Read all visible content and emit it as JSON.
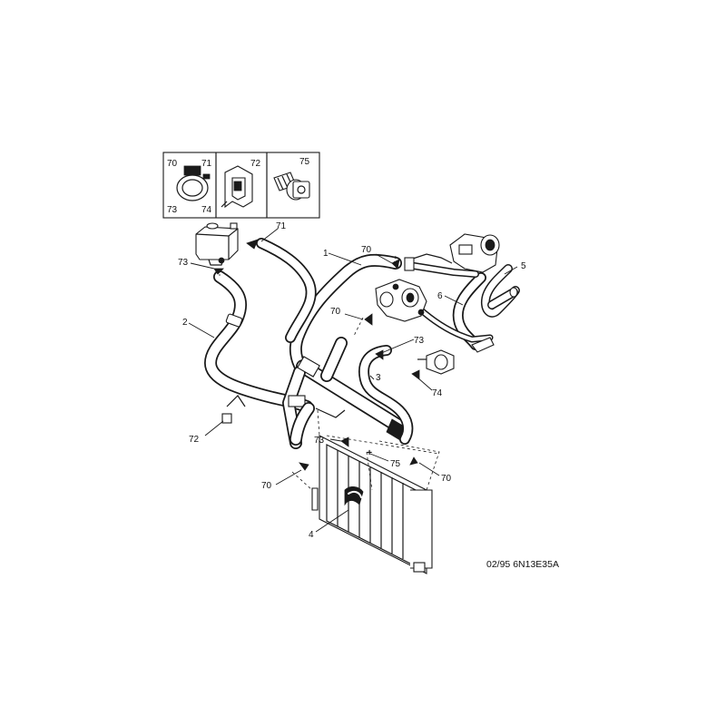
{
  "inset": {
    "clamp_panel": {
      "labels": [
        "70",
        "71",
        "73",
        "74"
      ]
    },
    "clip_panel": {
      "labels": [
        "72"
      ]
    },
    "bolt_panel": {
      "labels": [
        "75"
      ]
    }
  },
  "callouts": [
    {
      "id": "hose-1",
      "text": "1"
    },
    {
      "id": "hose-2",
      "text": "2"
    },
    {
      "id": "hose-3",
      "text": "3"
    },
    {
      "id": "radiator-4",
      "text": "4"
    },
    {
      "id": "hose-5",
      "text": "5"
    },
    {
      "id": "hose-6",
      "text": "6"
    },
    {
      "id": "clamp-70-top",
      "text": "70"
    },
    {
      "id": "clamp-70-mid",
      "text": "70"
    },
    {
      "id": "clamp-70-bottom-left",
      "text": "70"
    },
    {
      "id": "clamp-70-bottom-right",
      "text": "70"
    },
    {
      "id": "clip-71",
      "text": "71"
    },
    {
      "id": "clip-72",
      "text": "72"
    },
    {
      "id": "clamp-73-left",
      "text": "73"
    },
    {
      "id": "clamp-73-mid",
      "text": "73"
    },
    {
      "id": "clamp-73-radiator",
      "text": "73"
    },
    {
      "id": "clamp-74",
      "text": "74"
    },
    {
      "id": "bolt-75",
      "text": "75"
    }
  ],
  "reference": "02/95 6N13E35A",
  "icons": [
    "hose-clamp-icon",
    "hose-clip-icon",
    "bolt-icon",
    "expansion-tank-icon",
    "radiator-icon",
    "thermostat-housing-icon",
    "water-pump-icon"
  ]
}
